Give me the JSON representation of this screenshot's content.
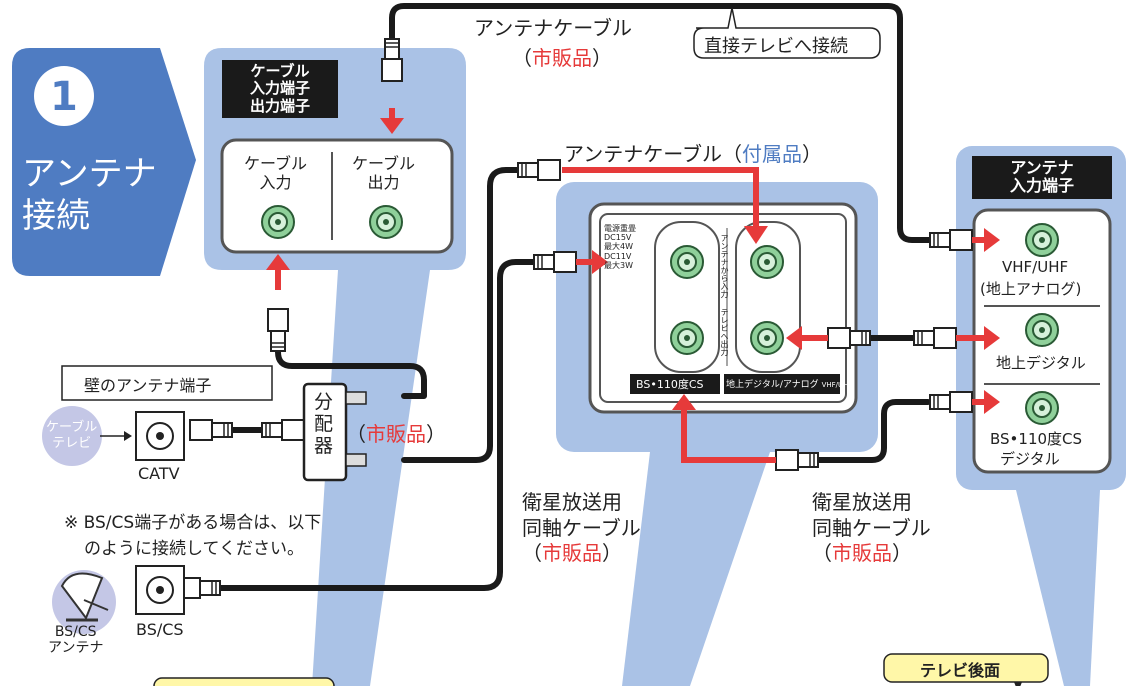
{
  "step": {
    "number": "1",
    "title_line1": "アンテナ",
    "title_line2": "接続"
  },
  "cable_box": {
    "header_lines": [
      "ケーブル",
      "入力端子",
      "出力端子"
    ],
    "input_lines": [
      "ケーブル",
      "入力"
    ],
    "output_lines": [
      "ケーブル",
      "出力"
    ]
  },
  "antenna_cable_top": {
    "label": "アンテナケーブル",
    "note_prefix": "（",
    "note": "市販品",
    "note_suffix": "）",
    "direct_tv": "直接テレビへ接続"
  },
  "antenna_cable_included": {
    "label": "アンテナケーブル（",
    "note": "付属品",
    "suffix": "）"
  },
  "wall": {
    "label": "壁のアンテナ端子",
    "cable_tv_lines": [
      "ケーブル",
      "テレビ"
    ],
    "catv": "CATV"
  },
  "splitter": {
    "chars": [
      "分",
      "配",
      "器"
    ],
    "note_prefix": "（",
    "note": "市販品",
    "note_suffix": "）"
  },
  "bscs_note": {
    "line1": "※ BS/CS端子がある場合は、以下",
    "line2": "のように接続してください。"
  },
  "bscs": {
    "antenna_lines": [
      "BS/CS",
      "アンテナ"
    ],
    "port": "BS/CS"
  },
  "tuner_box": {
    "power_lines": [
      "電源重畳",
      "DC15V",
      "最大4W",
      "DC11V",
      "最大3W"
    ],
    "antenna_in": "アンテナから入力",
    "tv_out": "テレビへ出力",
    "bs_label": "BS•110度CS",
    "terrestrial_label": "地上デジタル/アナログ",
    "vhf_uhf_small": "VHF/UHF"
  },
  "sat_cable_1": {
    "line1": "衛星放送用",
    "line2": "同軸ケーブル",
    "note_prefix": "（",
    "note": "市販品",
    "note_suffix": "）"
  },
  "sat_cable_2": {
    "line1": "衛星放送用",
    "line2": "同軸ケーブル",
    "note_prefix": "（",
    "note": "市販品",
    "note_suffix": "）"
  },
  "antenna_panel": {
    "header_lines": [
      "アンテナ",
      "入力端子"
    ],
    "vhf_uhf": "VHF/UHF",
    "analog": "(地上アナログ)",
    "digital": "地上デジタル",
    "bs_line1": "BS•110度CS",
    "bs_line2": "デジタル"
  },
  "tv_back": "テレビ後面",
  "colors": {
    "panel": "#aac2e6",
    "red": "#e63a3a",
    "blue_dark": "#4f7cc2",
    "bubble": "#fff7a8"
  }
}
